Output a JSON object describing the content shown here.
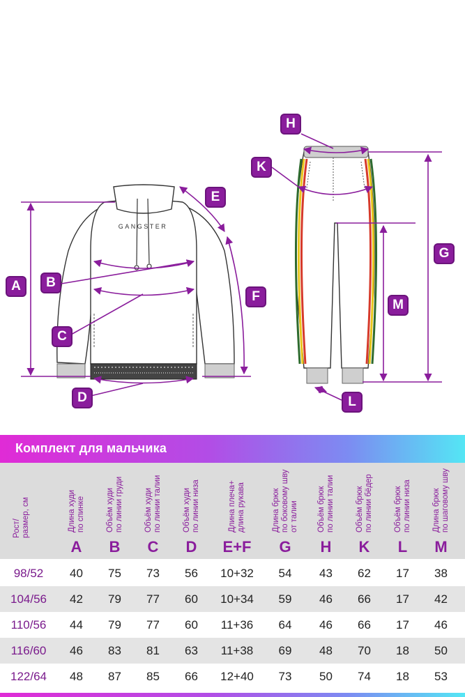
{
  "diagram": {
    "hoodie_print": "GANGSTER",
    "badges": [
      "A",
      "B",
      "C",
      "D",
      "E",
      "F",
      "G",
      "H",
      "K",
      "L",
      "M"
    ],
    "accent_color": "#8a1d9c"
  },
  "banner": {
    "title": "Комплект для мальчика"
  },
  "table": {
    "row_header": "Рост/\nразмер, см",
    "columns": [
      {
        "letter": "A",
        "desc": "Длина худи\nпо спинке"
      },
      {
        "letter": "B",
        "desc": "Объём худи\nпо линии груди"
      },
      {
        "letter": "C",
        "desc": "Объём худи\nпо линии талии"
      },
      {
        "letter": "D",
        "desc": "Объём худи\nпо линии низа"
      },
      {
        "letter": "E+F",
        "desc": "Длина плеча+\nдлина рукава"
      },
      {
        "letter": "G",
        "desc": "Длина брюк\nпо боковому шву\nот талии"
      },
      {
        "letter": "H",
        "desc": "Объём брюк\nпо линии талии"
      },
      {
        "letter": "K",
        "desc": "Объём брюк\nпо линии бёдер"
      },
      {
        "letter": "L",
        "desc": "Объём брюк\nпо линии низа"
      },
      {
        "letter": "M",
        "desc": "Длина брюк\nпо шаговому шву"
      }
    ],
    "rows": [
      {
        "size": "98/52",
        "values": [
          "40",
          "75",
          "73",
          "56",
          "10+32",
          "54",
          "43",
          "62",
          "17",
          "38"
        ]
      },
      {
        "size": "104/56",
        "values": [
          "42",
          "79",
          "77",
          "60",
          "10+34",
          "59",
          "46",
          "66",
          "17",
          "42"
        ]
      },
      {
        "size": "110/56",
        "values": [
          "44",
          "79",
          "77",
          "60",
          "11+36",
          "64",
          "46",
          "66",
          "17",
          "46"
        ]
      },
      {
        "size": "116/60",
        "values": [
          "46",
          "83",
          "81",
          "63",
          "11+38",
          "69",
          "48",
          "70",
          "18",
          "50"
        ]
      },
      {
        "size": "122/64",
        "values": [
          "48",
          "87",
          "85",
          "66",
          "12+40",
          "73",
          "50",
          "74",
          "18",
          "53"
        ]
      }
    ]
  }
}
